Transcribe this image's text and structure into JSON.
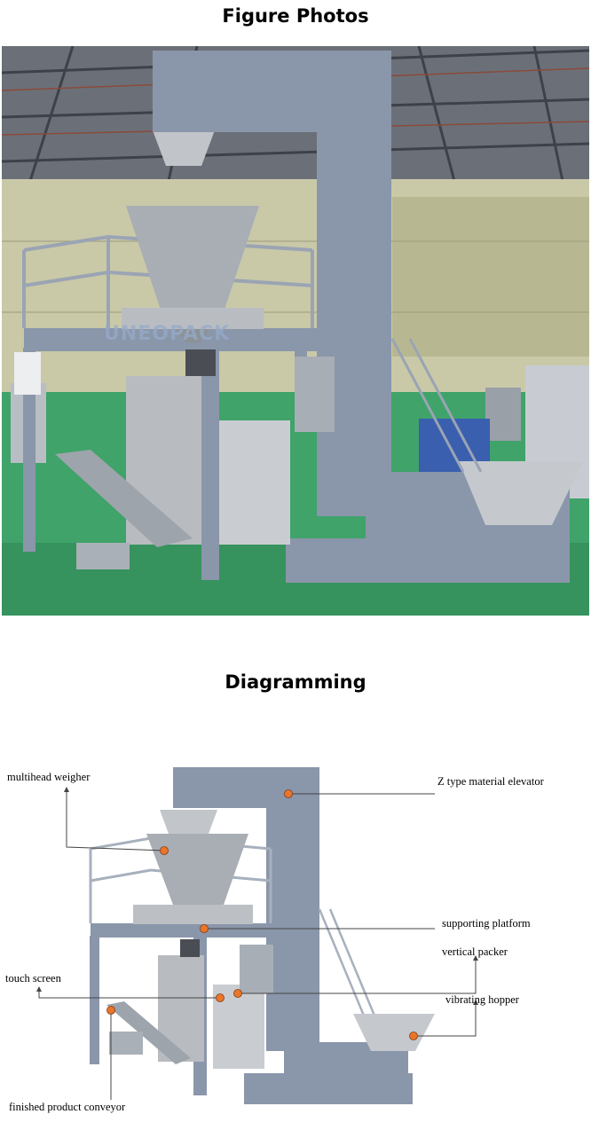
{
  "sections": {
    "photo_title": "Figure Photos",
    "diagram_title": "Diagramming"
  },
  "photo": {
    "watermark": "UNEOPACK"
  },
  "labels": {
    "multihead_weigher": "multihead weigher",
    "z_elevator": "Z type material elevator",
    "supporting_platform": "supporting platform",
    "vertical_packer": "vertical packer",
    "touch_screen": "touch screen",
    "vibrating_hopper": "vibrating hopper",
    "finished_conveyor": "finished product conveyor"
  },
  "colors": {
    "machine_body": "#8a96aa",
    "floor": "#3fa36a",
    "marker": "#e8762b"
  }
}
